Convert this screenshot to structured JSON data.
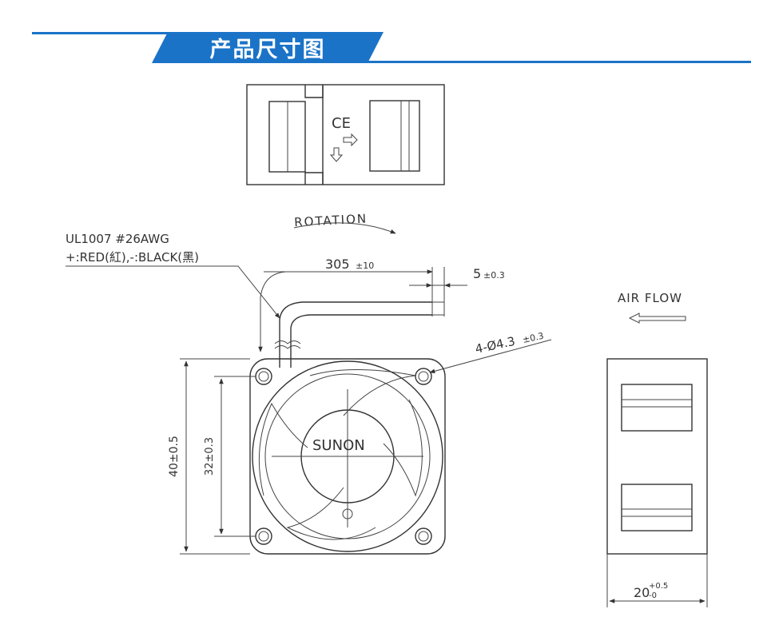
{
  "header": {
    "title": "产品尺寸图"
  },
  "top_view": {
    "ce_mark": "CE"
  },
  "labels": {
    "rotation": "ROTATION",
    "wire_spec_line1": "UL1007  #26AWG",
    "wire_spec_line2": "+:RED(紅),-:BLACK(黑)",
    "air_flow": "AIR FLOW",
    "brand": "SUNON"
  },
  "dimensions": {
    "wire_length": "305",
    "wire_length_tol": "±10",
    "strip_length": "5",
    "strip_length_tol": "±0.3",
    "hole_spec": "4-Ø4.3",
    "hole_tol": "±0.3",
    "frame_size": "40±0.5",
    "hole_pitch": "32±0.3",
    "depth": "20",
    "depth_tol_upper": "+0.5",
    "depth_tol_lower": "-0"
  }
}
